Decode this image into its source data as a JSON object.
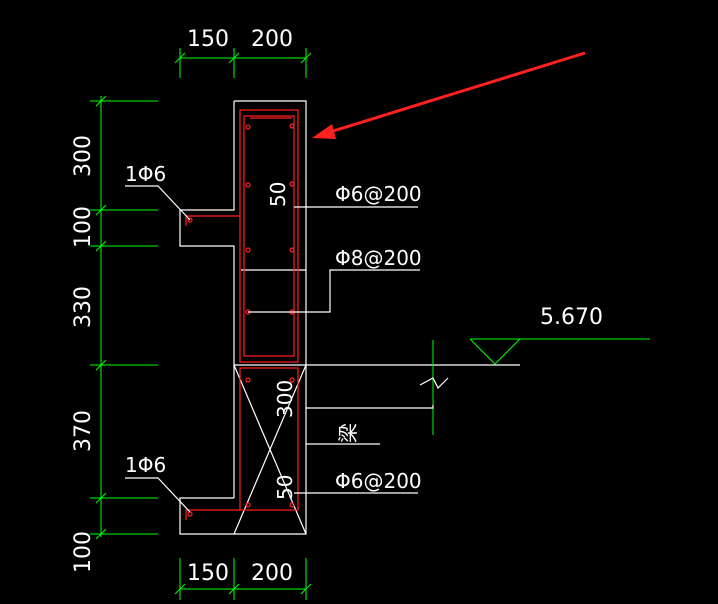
{
  "drawing": {
    "colors": {
      "background": "#000000",
      "dimension": "#00ff00",
      "outline": "#ffffff",
      "rebar": "#ff2020",
      "arrow": "#ff2020"
    },
    "top_dims": [
      "150",
      "200"
    ],
    "bottom_dims": [
      "150",
      "200"
    ],
    "left_dims": [
      "300",
      "100",
      "330",
      "370",
      "100"
    ],
    "labels": {
      "bar_top_left": "1Φ6",
      "bar_bottom_left": "1Φ6",
      "stirrup_upper": "Φ6@200",
      "stirrup_middle": "Φ8@200",
      "stirrup_lower": "Φ6@200",
      "cover_upper": "50",
      "cover_lower": "50",
      "beam_depth": "300",
      "beam": "梁",
      "elevation": "5.670"
    }
  }
}
